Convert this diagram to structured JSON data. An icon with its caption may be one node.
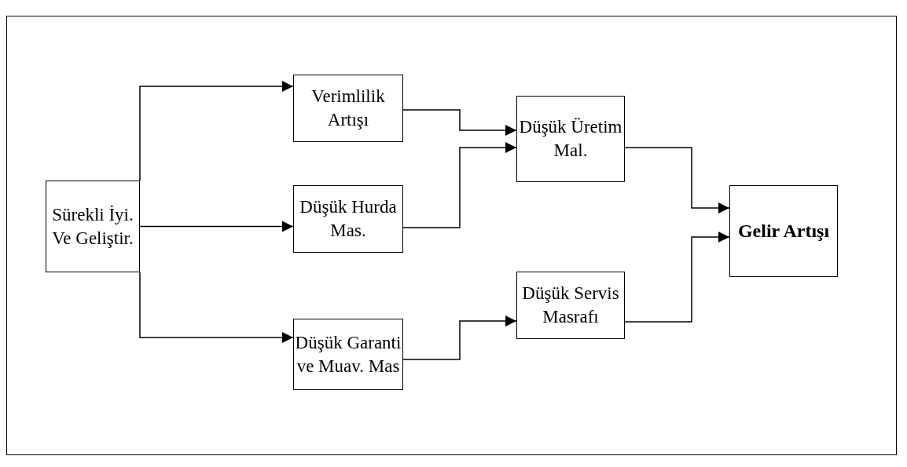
{
  "diagram": {
    "nodes": [
      {
        "text": [
          "Sürekli İyi. Ve Geliştir."
        ]
      },
      {
        "text": [
          "Verimlilik Artışı"
        ]
      },
      {
        "text": [
          "Düşük Hurda Mas."
        ]
      },
      {
        "text": [
          "Düşük Garanti ve Muav. Mas"
        ]
      },
      {
        "text": [
          "Düşük Üretim Mal."
        ]
      },
      {
        "text": [
          "Düşük Servis Masrafı"
        ]
      },
      {
        "text": [
          "Gelir Artışı"
        ]
      }
    ],
    "edges": [
      {
        "from": 0,
        "to": 1,
        "arrow": "to"
      },
      {
        "from": 0,
        "to": 2,
        "arrow": "to"
      },
      {
        "from": 0,
        "to": 3,
        "arrow": "to"
      },
      {
        "from": 1,
        "to": 4,
        "arrow": "to"
      },
      {
        "from": 2,
        "to": 4,
        "arrow": "to"
      },
      {
        "from": 3,
        "to": 5,
        "arrow": "to"
      },
      {
        "from": 4,
        "to": 6,
        "arrow": "to"
      },
      {
        "from": 5,
        "to": 6,
        "arrow": "to"
      }
    ]
  }
}
